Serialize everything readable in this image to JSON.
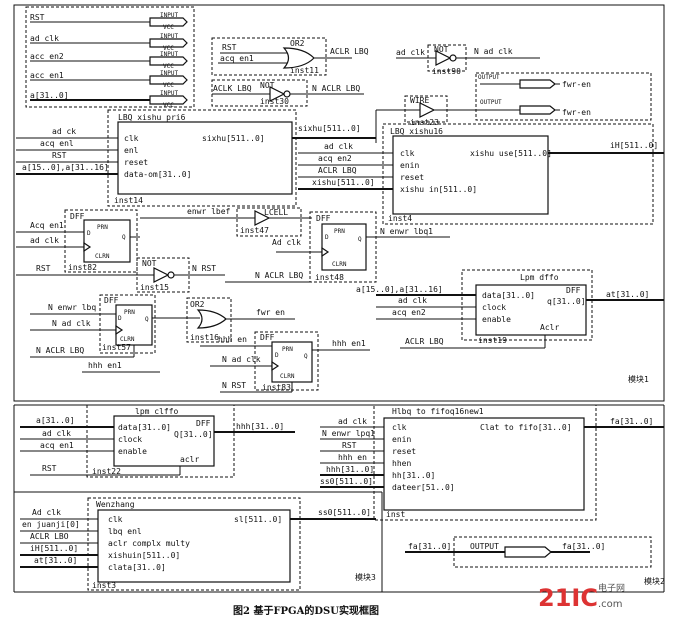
{
  "caption": "图2  基于FPGA的DSU实现框图",
  "watermark": {
    "brand": "21IC",
    "cn": "电子网",
    "url": ".com"
  },
  "regions": {
    "module1": "模块1",
    "module2": "模块2",
    "module3": "模块3"
  },
  "io_pins": {
    "input_tag": "INPUT",
    "vcc_tag": "VCC",
    "output_tag": "OUTPUT",
    "pins": [
      "RST",
      "ad clk",
      "acc en2",
      "acc en1",
      "a[31..0]"
    ],
    "outputs": [
      "fwr-en",
      "fwr-en"
    ]
  },
  "gates": {
    "or2_top": {
      "type": "OR2",
      "inst": "inst11",
      "in": [
        "RST",
        "acq en1"
      ],
      "out": "ACLR LBQ"
    },
    "not_top": {
      "type": "NOT",
      "inst": "inst30",
      "in": "ACLK LBQ",
      "out": "N ACLR LBQ"
    },
    "not_clk": {
      "type": "NOT",
      "inst": "inst90",
      "in": "ad clk",
      "out": "N ad clk"
    },
    "wire": {
      "type": "WIRE",
      "inst": "inst23"
    },
    "lcell": {
      "type": "LCELL",
      "inst": "inst47",
      "in": "enwr lbef"
    },
    "not_mid": {
      "type": "NOT",
      "inst": "inst15",
      "in": "RST",
      "out": "N RST"
    },
    "or2_mid": {
      "type": "OR2",
      "inst": "inst16",
      "out": "fwr en"
    }
  },
  "dffs": {
    "dff1": {
      "type": "DFF",
      "inst": "inst82",
      "in": [
        "Acq en1",
        "ad clk"
      ]
    },
    "dff2": {
      "type": "DFF",
      "inst": "inst48",
      "in": "Ad clk",
      "out": "N enwr lbq1"
    },
    "dff3": {
      "type": "DFF",
      "inst": "inst57",
      "in": [
        "N enwr lbq",
        "N ad clk",
        "N ACLR LBQ"
      ]
    },
    "dff4": {
      "type": "DFF",
      "inst": "inst83",
      "in": [
        "hhh en",
        "N ad clk",
        "N RST"
      ],
      "out": "hhh en1"
    },
    "pins": {
      "prn": "PRN",
      "d": "D",
      "q": "Q",
      "clrn": "CLRN"
    }
  },
  "lbq_xishu_pri6": {
    "title": "LBQ xishu pri6",
    "inst": "inst14",
    "ports": [
      "clk",
      "enl",
      "reset",
      "data-om[31..0]"
    ],
    "out": "sixhu[511..0]",
    "inputs": [
      "ad ck",
      "acq enl",
      "RST",
      "a[15..0],a[31..16]"
    ],
    "out_wire": "sixhu[511..0]"
  },
  "lbq_xishu16": {
    "title": "LBQ xishu16",
    "inst": "inst4",
    "ports": [
      "clk",
      "enin",
      "reset",
      "xishu in[511..0]"
    ],
    "out": "xishu use[511..0]",
    "inputs": [
      "ad clk",
      "acq en2",
      "ACLR LBQ",
      "xishu[511..0]"
    ],
    "out_wire": "iH[511..0]"
  },
  "lpm_dffo": {
    "title": "Lpm dffo",
    "inst": "inst19",
    "ports": [
      "data[31..0]",
      "clock",
      "enable"
    ],
    "tag": "DFF",
    "out": "q[31..0]",
    "aclr": "Aclr",
    "inputs": [
      "a[15..0],a[31..16]",
      "ad clk",
      "acq en2"
    ],
    "out_wire": "at[31..0]",
    "aclr_wire": "ACLR LBQ"
  },
  "lpm_clffo": {
    "title": "lpm clffo",
    "inst": "inst22",
    "ports": [
      "data[31..0]",
      "clock",
      "enable"
    ],
    "tag": "DFF",
    "out": "Q[31..0]",
    "aclr": "aclr",
    "inputs": [
      "a[31..0]",
      "ad clk",
      "acq en1"
    ],
    "out_wire": "hhh[31..0]",
    "aclr_wire": "RST"
  },
  "hlbq_fifo": {
    "title": "Hlbq to fifoq16new1",
    "inst": "inst",
    "ports": [
      "clk",
      "enin",
      "reset",
      "hhen",
      "hh[31..0]",
      "dateer[51..0]"
    ],
    "out": "Clat to fifo[31..0]",
    "inputs": [
      "ad clk",
      "N enwr lpq1",
      "RST",
      "hhh en",
      "hhh[31..0]",
      "ss0[511..0]"
    ],
    "out_wire": "fa[31..0]"
  },
  "wenzhang": {
    "title": "Wenzhang",
    "inst": "inst3",
    "ports": [
      "clk",
      "lbq enl",
      "aclr complx multy",
      "xishuin[511..0]",
      "clata[31..0]"
    ],
    "out": "sl[511..0]",
    "inputs": [
      "Ad clk",
      "en juanji[0]",
      "ACLR LBO",
      "iH[511..0]",
      "at[31..0]"
    ],
    "out_wire": "ss0[511..0]"
  },
  "fa_output": {
    "in": "fa[31..0]",
    "tag": "OUTPUT",
    "out": "fa[31..0]"
  }
}
